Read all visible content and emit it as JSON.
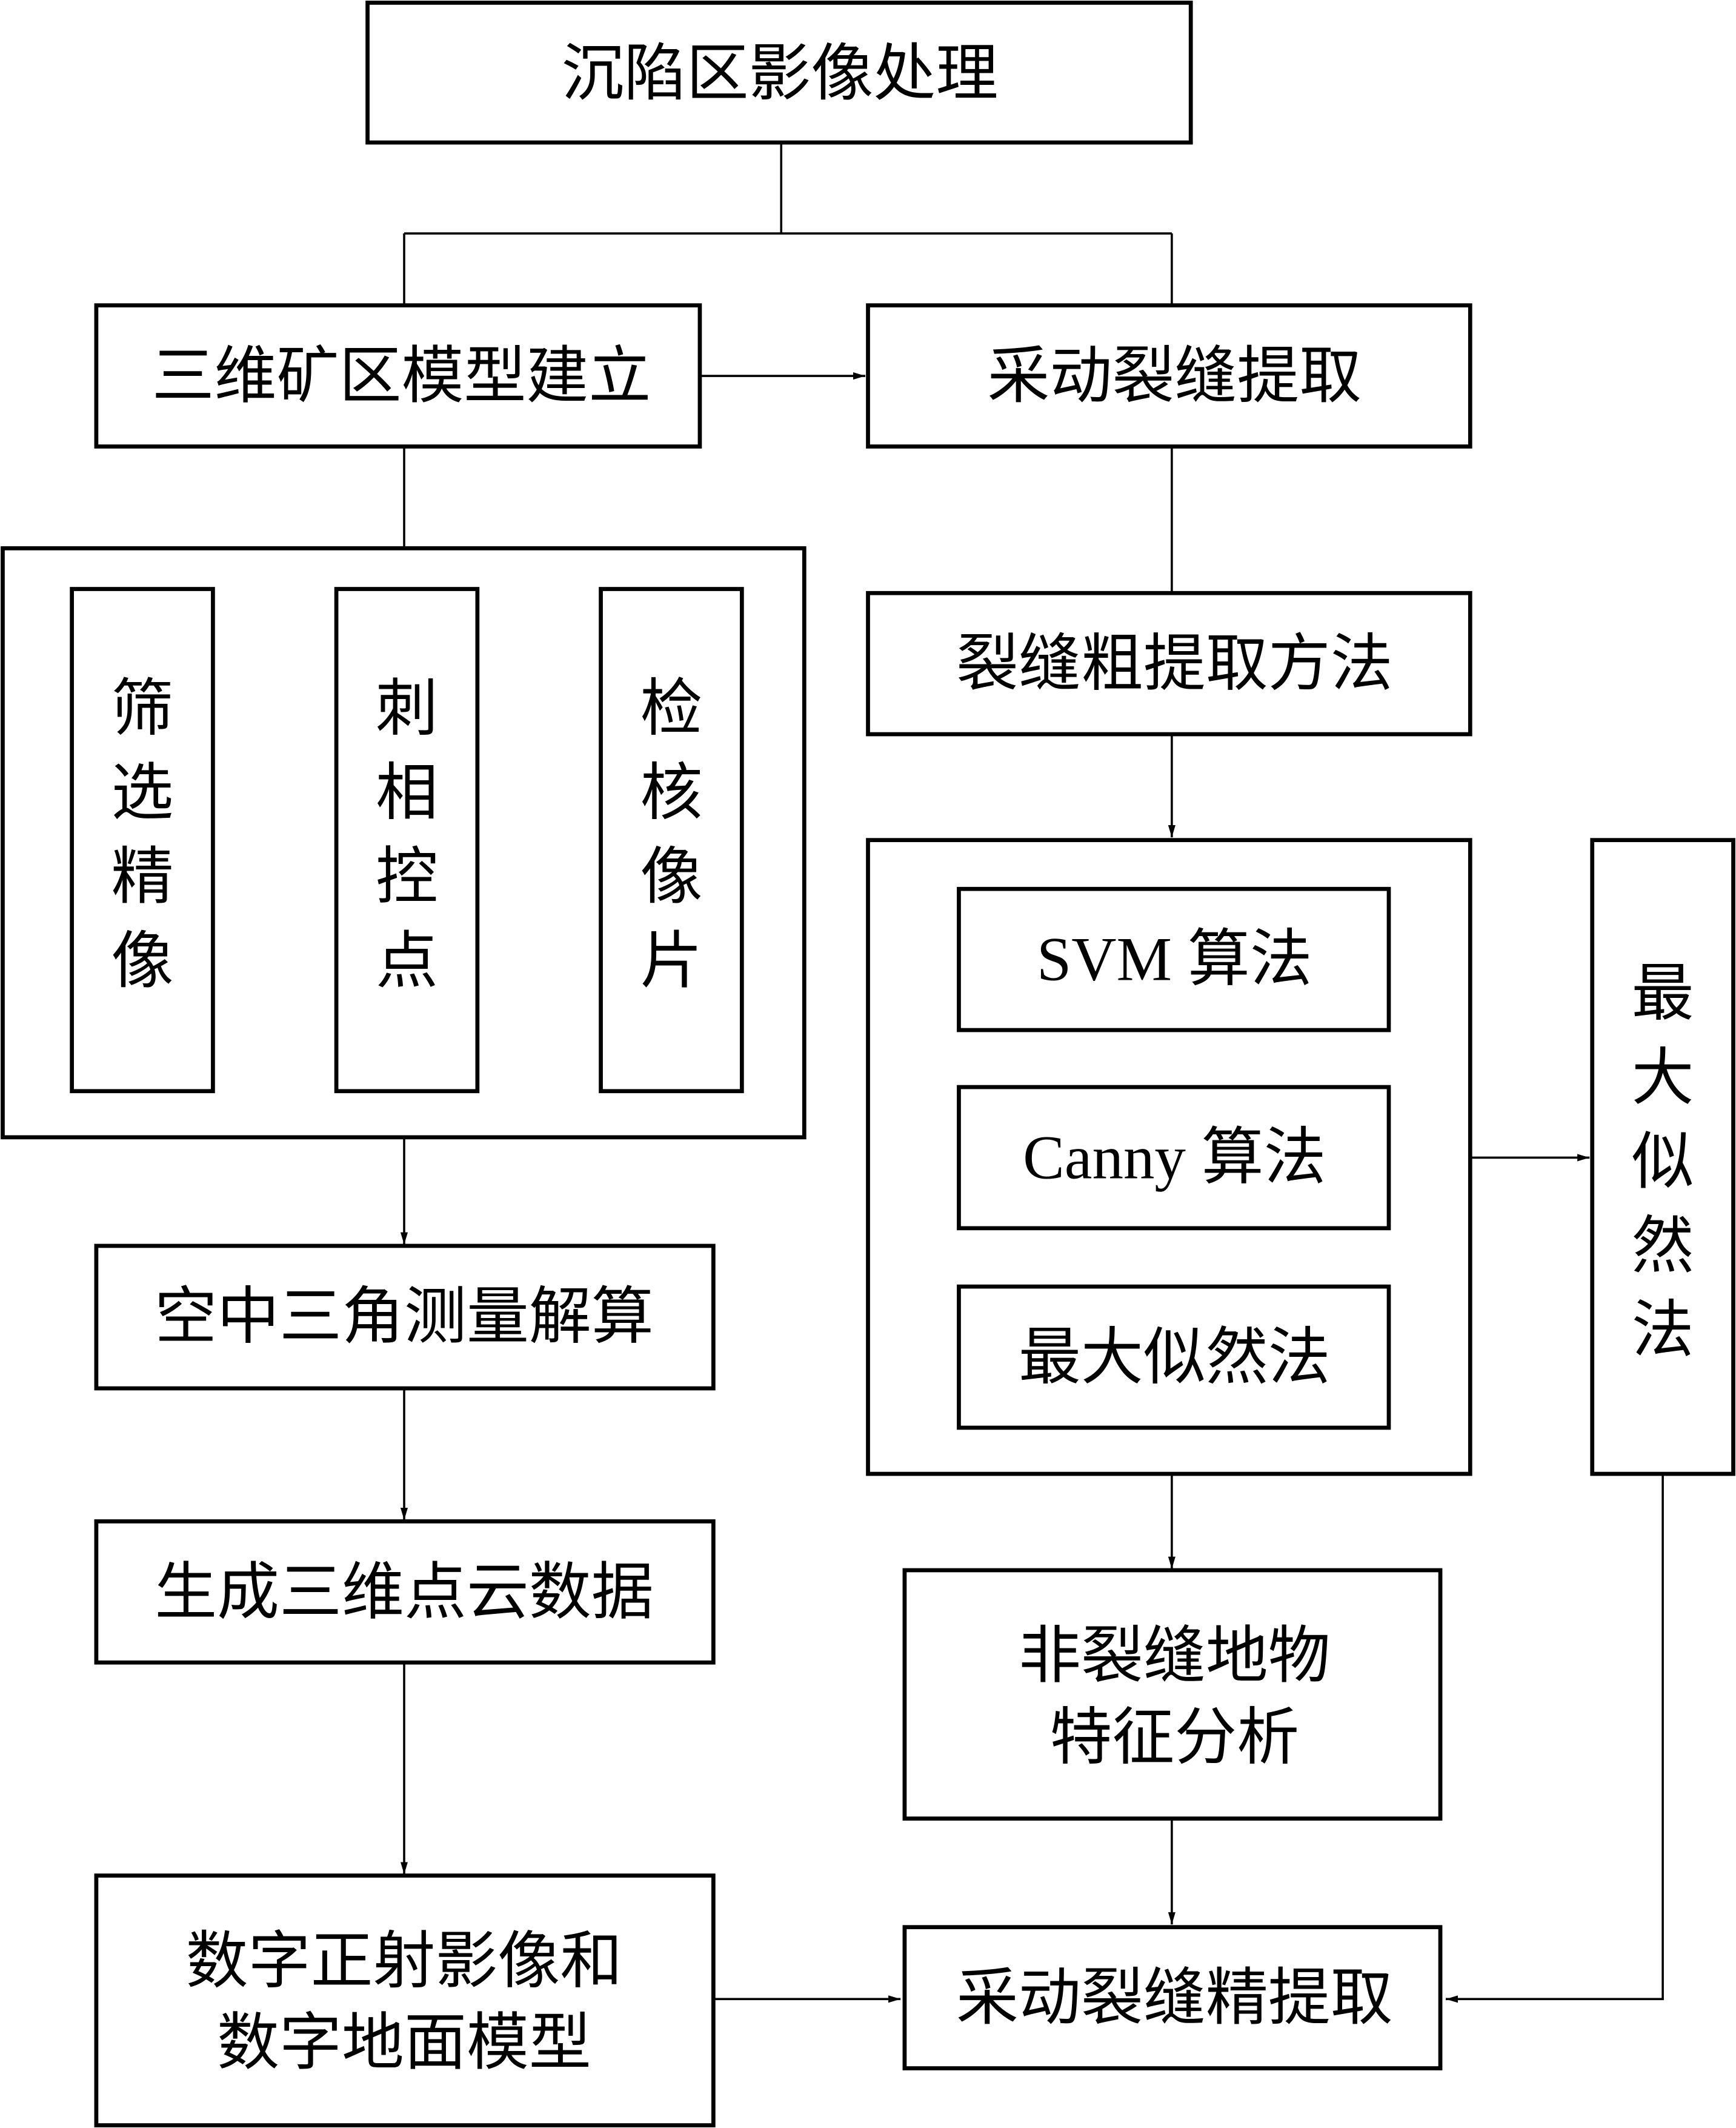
{
  "diagram": {
    "title_node": {
      "label": "沉陷区影像处理"
    },
    "left_branch": {
      "model_build": {
        "label": "三维矿区模型建立"
      },
      "sub_steps": [
        {
          "label": "筛选精像"
        },
        {
          "label": "刺相控点"
        },
        {
          "label": "检核像片"
        }
      ],
      "aerial_triangulation": {
        "label": "空中三角测量解算"
      },
      "point_cloud": {
        "label": "生成三维点云数据"
      },
      "dom_dem": {
        "lines": [
          "数字正射影像和",
          "数字地面模型"
        ]
      }
    },
    "right_branch": {
      "crack_extraction": {
        "label": "采动裂缝提取"
      },
      "coarse_method": {
        "label": "裂缝粗提取方法"
      },
      "algorithms": [
        {
          "label": "SVM 算法"
        },
        {
          "label": "Canny 算法"
        },
        {
          "label": "最大似然法"
        }
      ],
      "selected_method": {
        "label": "最大似然法"
      },
      "non_crack_analysis": {
        "lines": [
          "非裂缝地物",
          "特征分析"
        ]
      },
      "fine_extraction": {
        "label": "采动裂缝精提取"
      }
    },
    "colors": {
      "stroke": "#000000",
      "background": "#ffffff",
      "text": "#000000"
    }
  }
}
